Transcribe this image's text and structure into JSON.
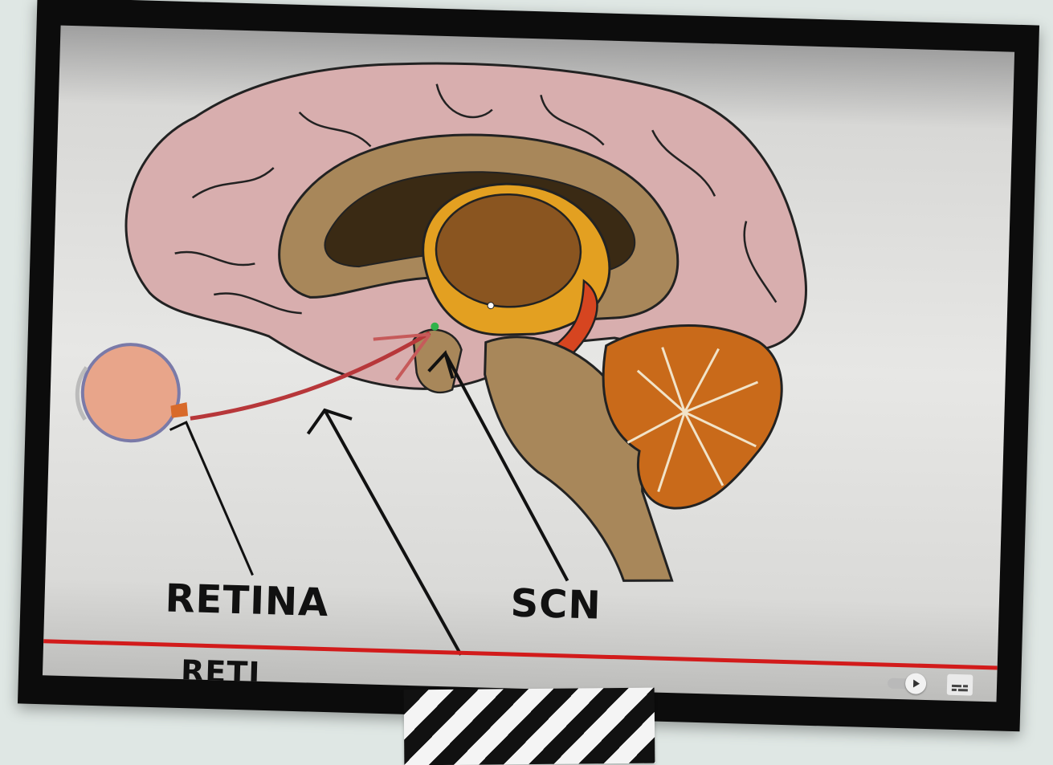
{
  "video": {
    "labels": {
      "retina": "RETINA",
      "scn": "SCN",
      "partial_caption": "RETI"
    },
    "progress_fraction": 1.0,
    "controls": {
      "autoplay_icon": "autoplay-toggle-icon",
      "subtitles_icon": "subtitles-icon"
    }
  },
  "colors": {
    "progress_bar": "#d21b1b",
    "brain_cortex": "#d8aeae",
    "cerebellum": "#c96a1a",
    "pathway": "#b7373a"
  }
}
